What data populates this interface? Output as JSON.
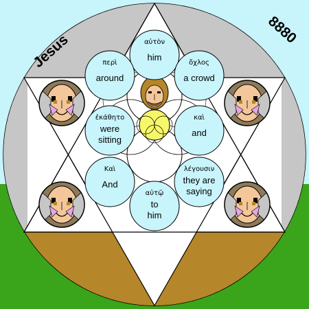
{
  "corner_left": "Jesus",
  "corner_right": "8880",
  "colors": {
    "sky": "#c8f4fb",
    "grass": "#3aa51a",
    "gray": "#c6c6c6",
    "earth": "#b5862a",
    "word_circle": "#c8f4fb",
    "center_halo": "#f7f76a"
  },
  "words": [
    {
      "greek": "αὐτὸν",
      "english": [
        "him"
      ]
    },
    {
      "greek": "περὶ",
      "english": [
        "around"
      ]
    },
    {
      "greek": "ὄχλος",
      "english": [
        "a crowd"
      ]
    },
    {
      "greek": "ἐκάθητο",
      "english": [
        "were",
        "sitting"
      ]
    },
    {
      "greek": "καὶ",
      "english": [
        "and"
      ]
    },
    {
      "greek": "Καὶ",
      "english": [
        "And"
      ]
    },
    {
      "greek": "λέγουσιν",
      "english": [
        "they are",
        "saying"
      ]
    },
    {
      "greek": "αὐτῷ",
      "english": [
        "to",
        "him"
      ]
    }
  ],
  "icons": [
    "face-icon-top-left",
    "face-icon-top-right",
    "face-icon-bottom-left",
    "face-icon-bottom-right",
    "jesus-face-icon"
  ]
}
